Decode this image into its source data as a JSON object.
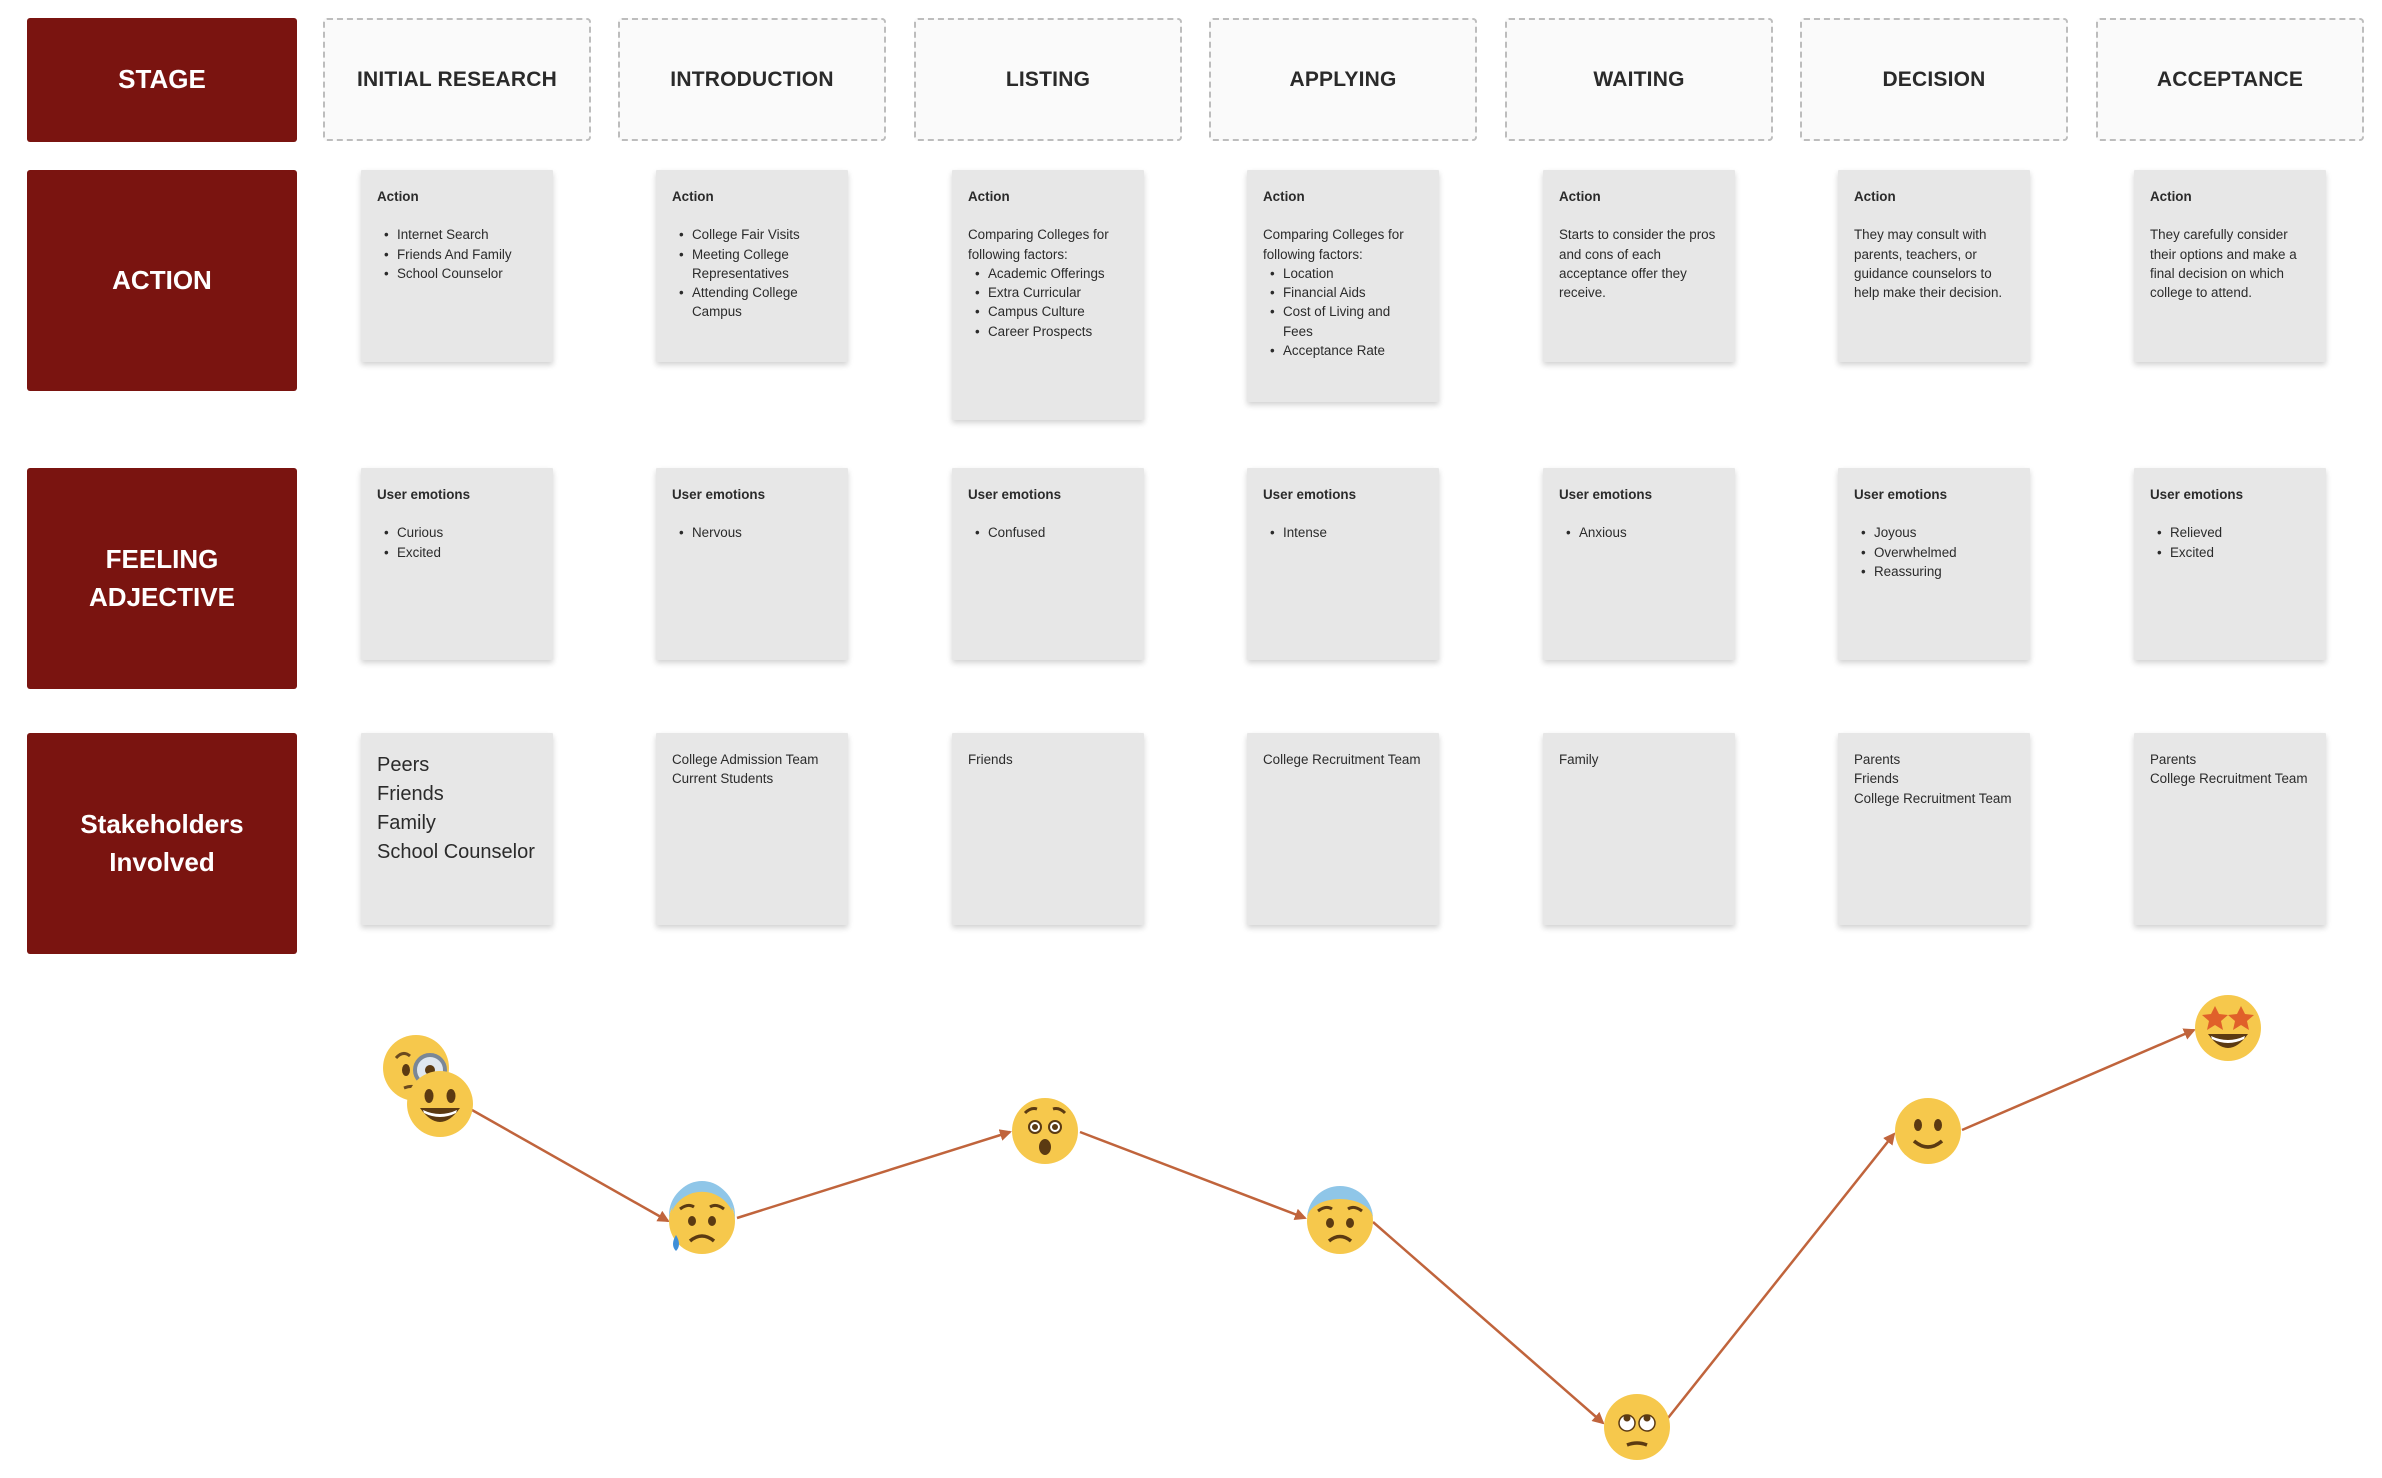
{
  "rows": [
    {
      "id": "stage",
      "label": "STAGE"
    },
    {
      "id": "action",
      "label": "ACTION"
    },
    {
      "id": "feeling",
      "label": "FEELING\nADJECTIVE"
    },
    {
      "id": "stakeholders",
      "label": "Stakeholders\nInvolved"
    }
  ],
  "stages": [
    {
      "name": "INITIAL RESEARCH",
      "action": {
        "title": "Action",
        "intro": "",
        "items": [
          "Internet Search",
          "Friends And Family",
          "School Counselor"
        ]
      },
      "emotions": {
        "title": "User emotions",
        "items": [
          "Curious",
          "Excited"
        ]
      },
      "stakeholders": [
        "Peers",
        "Friends",
        "Family",
        "School Counselor"
      ],
      "emoji": [
        "curious-face-with-magnifier",
        "grinning-face"
      ]
    },
    {
      "name": "INTRODUCTION",
      "action": {
        "title": "Action",
        "intro": "",
        "items": [
          "College Fair Visits",
          "Meeting College Representatives",
          "Attending College Campus"
        ]
      },
      "emotions": {
        "title": "User emotions",
        "items": [
          "Nervous"
        ]
      },
      "stakeholders": [
        "College Admission Team",
        "Current Students"
      ],
      "emoji": [
        "anxious-face-with-sweat"
      ]
    },
    {
      "name": "LISTING",
      "action": {
        "title": "Action",
        "intro": "Comparing Colleges for following factors:",
        "items": [
          "Academic Offerings",
          "Extra Curricular",
          "Campus Culture",
          "Career Prospects"
        ]
      },
      "emotions": {
        "title": "User emotions",
        "items": [
          "Confused"
        ]
      },
      "stakeholders": [
        "Friends"
      ],
      "emoji": [
        "astonished-face"
      ]
    },
    {
      "name": "APPLYING",
      "action": {
        "title": "Action",
        "intro": "Comparing Colleges for following factors:",
        "items": [
          "Location",
          "Financial Aids",
          "Cost of Living and Fees",
          "Acceptance Rate"
        ]
      },
      "emotions": {
        "title": "User emotions",
        "items": [
          "Intense"
        ]
      },
      "stakeholders": [
        "College Recruitment Team"
      ],
      "emoji": [
        "worried-face"
      ]
    },
    {
      "name": "WAITING",
      "action": {
        "title": "Action",
        "intro": "Starts to consider the pros and cons of each acceptance offer they receive.",
        "items": []
      },
      "emotions": {
        "title": "User emotions",
        "items": [
          "Anxious"
        ]
      },
      "stakeholders": [
        "Family"
      ],
      "emoji": [
        "face-with-rolling-eyes"
      ]
    },
    {
      "name": "DECISION",
      "action": {
        "title": "Action",
        "intro": "They may consult with parents, teachers, or guidance counselors to help make their decision.",
        "items": []
      },
      "emotions": {
        "title": "User emotions",
        "items": [
          "Joyous",
          "Overwhelmed",
          "Reassuring"
        ]
      },
      "stakeholders": [
        "Parents",
        "Friends",
        "College Recruitment Team"
      ],
      "emoji": [
        "slightly-smiling-face"
      ]
    },
    {
      "name": "ACCEPTANCE",
      "action": {
        "title": "Action",
        "intro": "They carefully consider their options and make a final decision on which college to attend.",
        "items": []
      },
      "emotions": {
        "title": "User emotions",
        "items": [
          "Relieved",
          "Excited"
        ]
      },
      "stakeholders": [
        "Parents",
        "College Recruitment Team"
      ],
      "emoji": [
        "star-struck-face"
      ]
    }
  ],
  "colors": {
    "row_label_bg": "#7a1410",
    "note_bg": "#e7e7e7",
    "arrow": "#c0643c",
    "emoji_face": "#f6c84c"
  }
}
